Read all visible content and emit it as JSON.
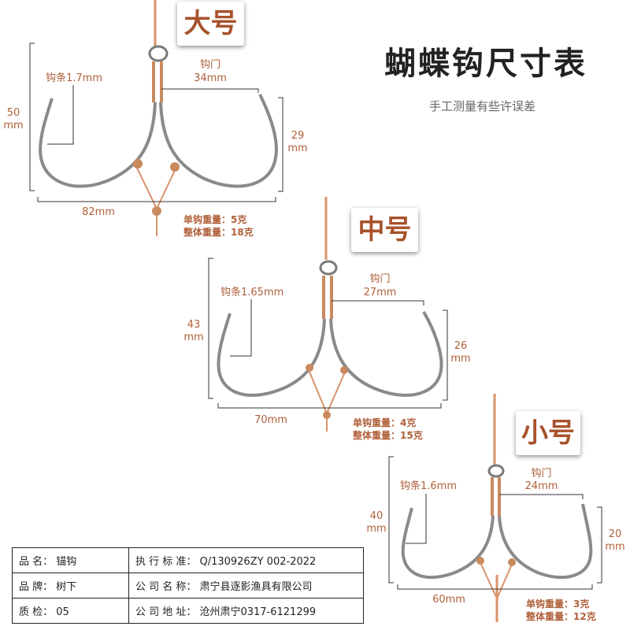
{
  "header": {
    "title": "蝴蝶钩尺寸表",
    "subtitle": "手工测量有些许误差"
  },
  "hooks": {
    "large": {
      "badge": "大号",
      "wire": "钩条1.7mm",
      "gap_label": "钩门",
      "gap_value": "34mm",
      "height_value": "50",
      "height_unit": "mm",
      "bend_value": "29",
      "bend_unit": "mm",
      "width": "82mm",
      "single_weight": "单钩重量：5克",
      "total_weight": "整体重量：18克"
    },
    "medium": {
      "badge": "中号",
      "wire": "钩条1.65mm",
      "gap_label": "钩门",
      "gap_value": "27mm",
      "height_value": "43",
      "height_unit": "mm",
      "bend_value": "26",
      "bend_unit": "mm",
      "width": "70mm",
      "single_weight": "单钩重量：4克",
      "total_weight": "整体重量：15克"
    },
    "small": {
      "badge": "小号",
      "wire": "钩条1.6mm",
      "gap_label": "钩门",
      "gap_value": "24mm",
      "height_value": "40",
      "height_unit": "mm",
      "bend_value": "20",
      "bend_unit": "mm",
      "width": "60mm",
      "single_weight": "单钩重量：3克",
      "total_weight": "整体重量：12克"
    }
  },
  "spec_table": {
    "rows": [
      [
        "品 名： 锚钩",
        "执 行 标 准： Q/130926ZY 002-2022"
      ],
      [
        "品 牌： 树下",
        "公 司 名 称： 肃宁县逐影渔具有限公司"
      ],
      [
        "质 检： 05",
        "公 司 地 址： 沧州肃宁0317-6121299"
      ]
    ]
  },
  "colors": {
    "accent": "#b0603a",
    "badge_text": "#a8522b",
    "line_cord": "#d9936a",
    "hook_metal": "#8a8a8a"
  }
}
